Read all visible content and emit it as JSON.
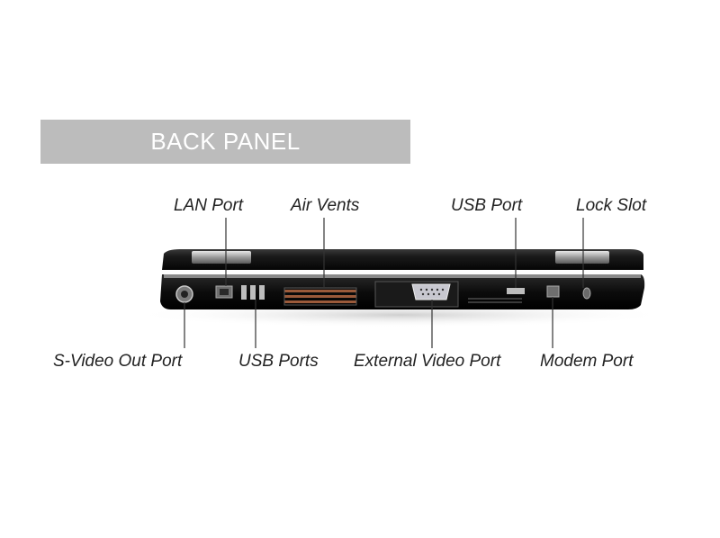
{
  "banner": {
    "title": "BACK PANEL"
  },
  "labels": {
    "lan_port": "LAN Port",
    "air_vents": "Air Vents",
    "usb_port": "USB Port",
    "lock_slot": "Lock Slot",
    "svideo_out_port": "S-Video Out Port",
    "usb_ports": "USB Ports",
    "external_video_port": "External Video Port",
    "modem_port": "Modem Port"
  },
  "colors": {
    "banner_background": "#bcbcbc",
    "banner_text": "#ffffff",
    "label_text": "#222222",
    "laptop_body": "#111111",
    "callout_line": "#333333"
  }
}
